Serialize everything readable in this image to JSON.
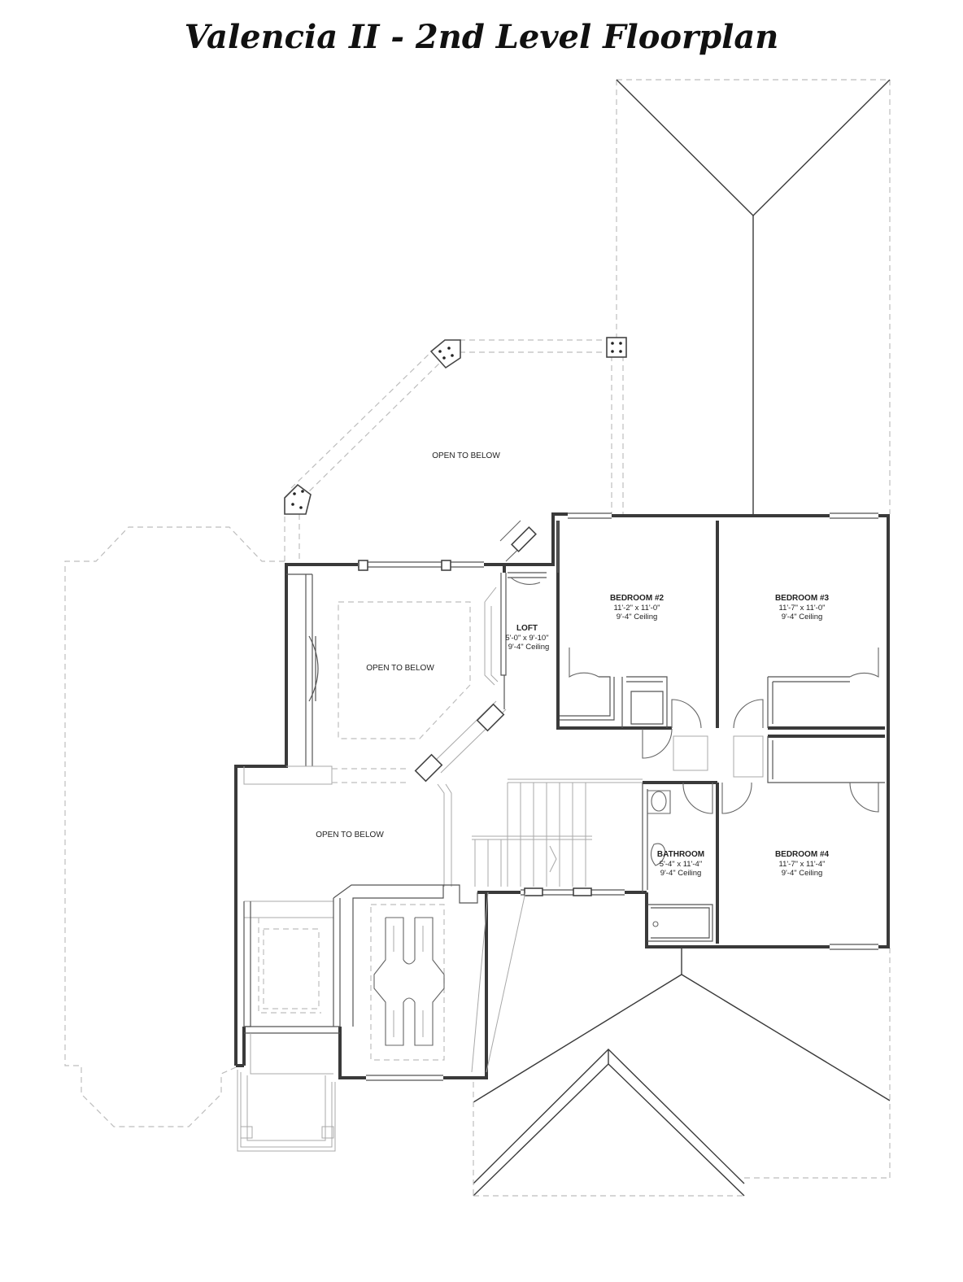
{
  "title": "Valencia II - 2nd Level Floorplan",
  "open_areas": [
    {
      "id": "open-top",
      "label": "OPEN TO BELOW"
    },
    {
      "id": "open-middle",
      "label": "OPEN TO BELOW"
    },
    {
      "id": "open-left",
      "label": "OPEN TO BELOW"
    }
  ],
  "rooms": [
    {
      "id": "loft",
      "name": "LOFT",
      "dims": "5'-0\" x 9'-10\"",
      "ceiling": "9'-4\" Ceiling"
    },
    {
      "id": "bedroom-2",
      "name": "BEDROOM #2",
      "dims": "11'-2\" x 11'-0\"",
      "ceiling": "9'-4\" Ceiling"
    },
    {
      "id": "bedroom-3",
      "name": "BEDROOM #3",
      "dims": "11'-7\" x 11'-0\"",
      "ceiling": "9'-4\" Ceiling"
    },
    {
      "id": "bathroom",
      "name": "BATHROOM",
      "dims": "5'-4\" x 11'-4\"",
      "ceiling": "9'-4\" Ceiling"
    },
    {
      "id": "bedroom-4",
      "name": "BEDROOM #4",
      "dims": "11'-7\" x 11'-4\"",
      "ceiling": "9'-4\" Ceiling"
    }
  ]
}
